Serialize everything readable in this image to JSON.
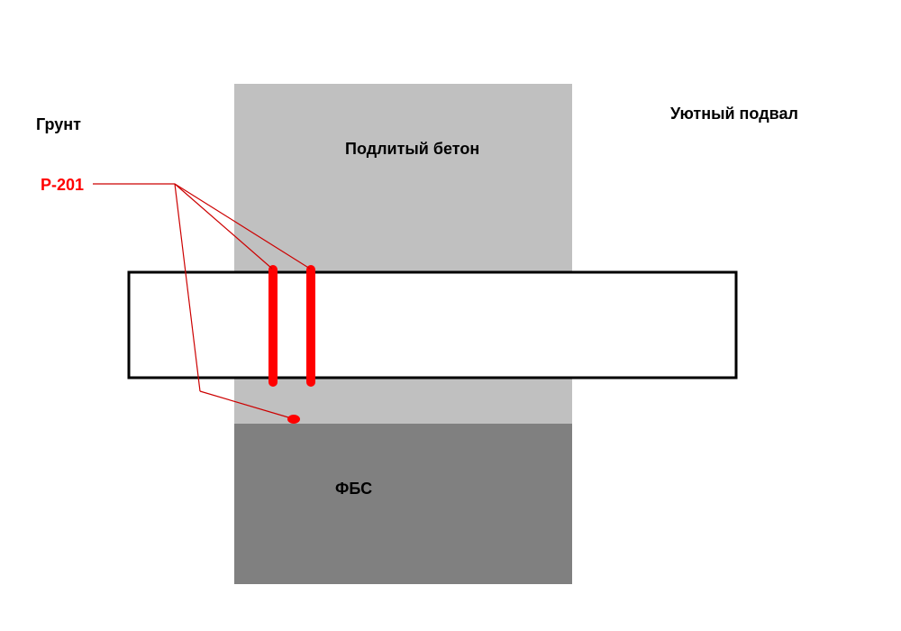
{
  "labels": {
    "soil": "Грунт",
    "basement": "Уютный подвал",
    "poured_concrete": "Подлитый бетон",
    "fbs": "ФБС",
    "sealant": "Р-201"
  },
  "colors": {
    "background": "#ffffff",
    "poured_concrete": "#c0c0c0",
    "fbs_block": "#808080",
    "pipe_fill": "#ffffff",
    "pipe_outline": "#000000",
    "sealant": "#ff0000",
    "leader_line": "#cc0000",
    "text": "#000000"
  }
}
